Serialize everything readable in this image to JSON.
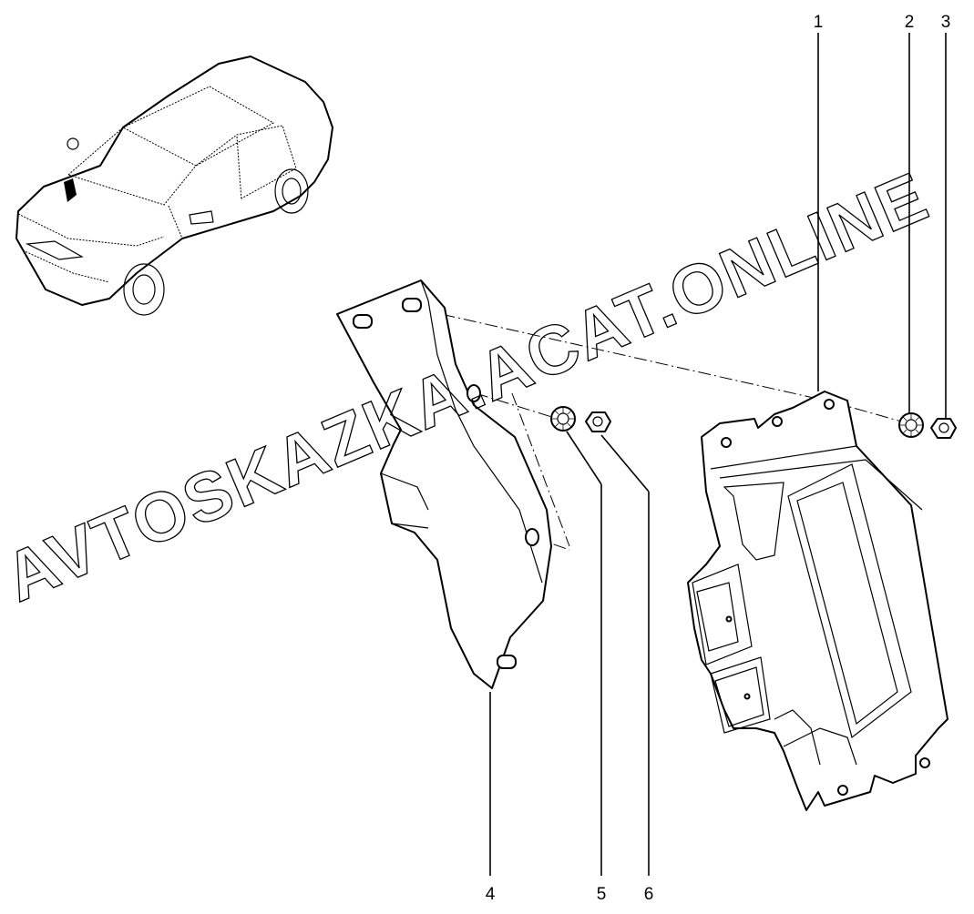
{
  "callouts": [
    "1",
    "2",
    "3",
    "4",
    "5",
    "6"
  ],
  "watermark": "AVTOSKAZKA.ACAT.ONLINE",
  "parts": [
    {
      "callout": "1",
      "icon": "ecu-module-icon"
    },
    {
      "callout": "2",
      "icon": "lock-washer-icon"
    },
    {
      "callout": "3",
      "icon": "hex-nut-icon"
    },
    {
      "callout": "4",
      "icon": "mounting-bracket-icon"
    },
    {
      "callout": "5",
      "icon": "lock-washer-icon"
    },
    {
      "callout": "6",
      "icon": "hex-nut-icon"
    }
  ],
  "vehicle_icon": "sedan-car-icon",
  "line_color": "#000000",
  "background_color": "#ffffff"
}
